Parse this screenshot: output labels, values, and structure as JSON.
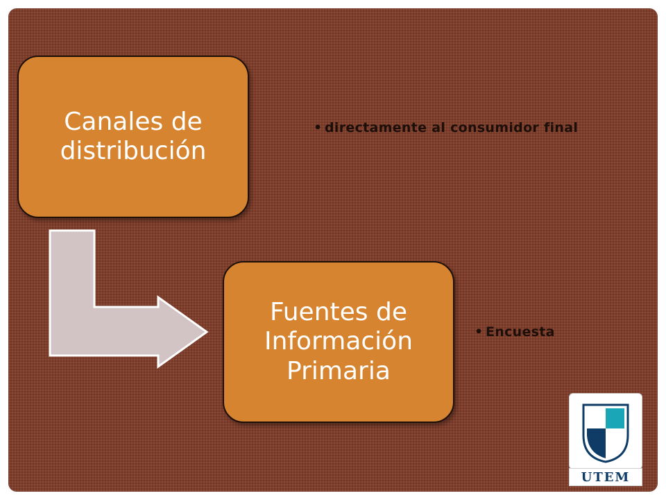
{
  "diagram": {
    "box1": {
      "lines": [
        "Canales de",
        "distribución"
      ]
    },
    "box2": {
      "lines": [
        "Fuentes de",
        "Información",
        "Primaria"
      ]
    },
    "bullet1": {
      "dot": "•",
      "text": "directamente al consumidor final"
    },
    "bullet2": {
      "dot": "•",
      "text": "Encuesta"
    }
  },
  "logo": {
    "text": "UTEM"
  },
  "colors": {
    "background": "#7e3d2a",
    "box_fill": "#d6842f",
    "box_text": "#ffffff",
    "arrow_fill": "#d2c4c4",
    "bullet_text": "#1c0e08",
    "logo_blue": "#0e3c66",
    "logo_teal": "#1aa6b7"
  }
}
